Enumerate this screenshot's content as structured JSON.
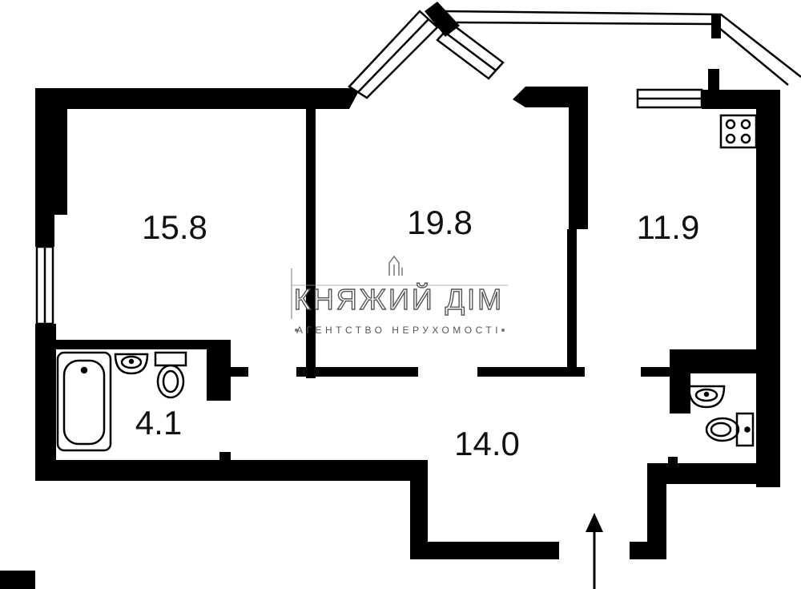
{
  "rooms": {
    "room_1": "15.8",
    "room_2": "19.8",
    "room_3": "11.9",
    "bathroom": "4.1",
    "hallway": "14.0"
  },
  "watermark": {
    "name": "КНЯЖИЙ ДІМ",
    "subtitle": "АГЕНТСТВО НЕРУХОМОСТІ"
  },
  "colors": {
    "wall": "#000000",
    "background": "#ffffff",
    "watermark": "#555555"
  },
  "icons": [
    "bathtub-icon",
    "sink-icon",
    "toilet-icon",
    "stove-icon",
    "entrance-arrow-icon",
    "house-logo-icon"
  ]
}
